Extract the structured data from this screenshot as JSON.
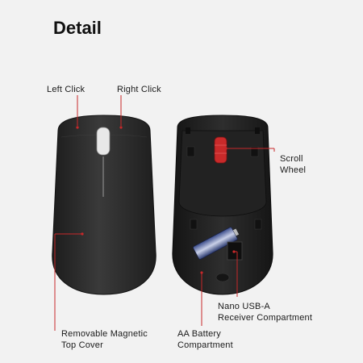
{
  "title": "Detail",
  "labels": {
    "left_click": "Left Click",
    "right_click": "Right Click",
    "scroll_wheel_line1": "Scroll",
    "scroll_wheel_line2": "Wheel",
    "nano_line1": "Nano USB-A",
    "nano_line2": "Receiver Compartment",
    "cover_line1": "Removable Magnetic",
    "cover_line2": "Top Cover",
    "battery_line1": "AA Battery",
    "battery_line2": "Compartment"
  },
  "colors": {
    "background": "#f2f2f2",
    "accent": "#c8282a",
    "mouse_body": "#2a2a2a"
  }
}
